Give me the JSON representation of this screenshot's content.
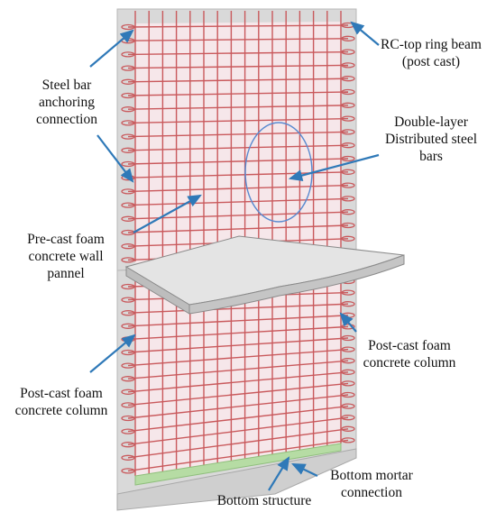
{
  "colors": {
    "concrete": "#d9d9d9",
    "concrete_edge": "#b8b8b8",
    "panel_fill": "#f6e7ea",
    "rebar": "#c9595c",
    "mortar": "#b6dca4",
    "slab": "#d4d4d4",
    "leader": "#2f79b8",
    "circle": "#5a8ad0"
  },
  "labels": {
    "rc_top_ring_beam": "RC-top ring beam\n(post cast)",
    "steel_bar_anchoring": "Steel bar\nanchoring\nconnection",
    "double_layer_bars": "Double-layer\nDistributed steel\nbars",
    "precast_panel": "Pre-cast foam\nconcrete wall\npannel",
    "postcast_column_right": "Post-cast foam\nconcrete column",
    "postcast_column_left": "Post-cast foam\nconcrete column",
    "bottom_mortar": "Bottom mortar\nconnection",
    "bottom_structure": "Bottom structure"
  }
}
